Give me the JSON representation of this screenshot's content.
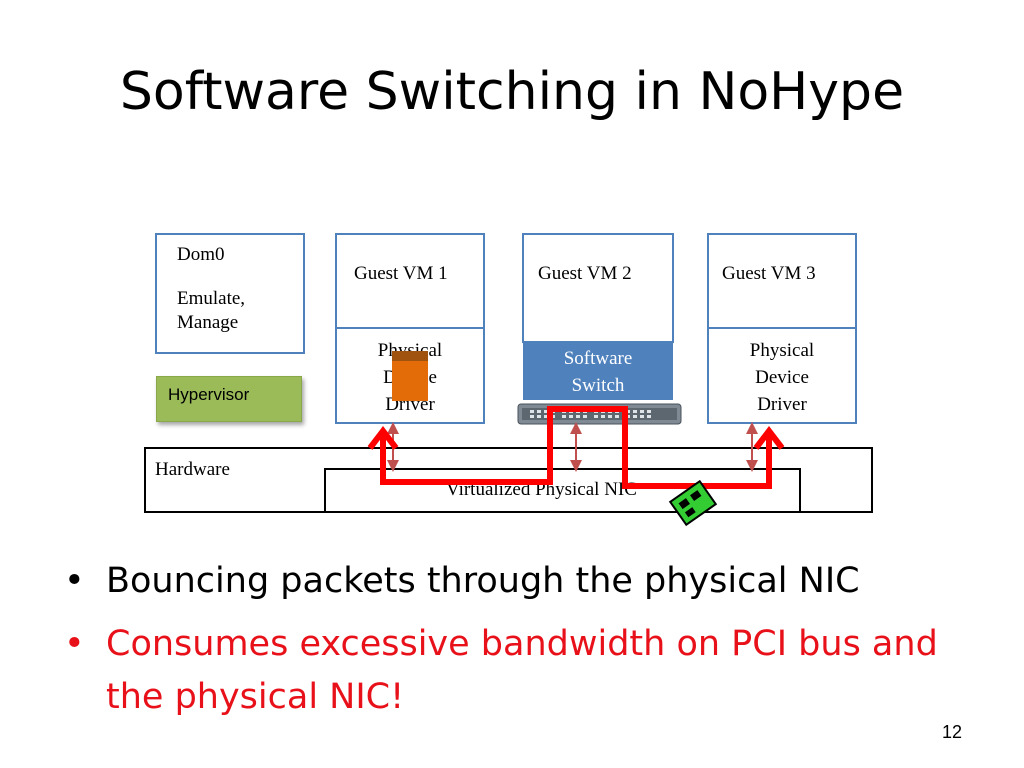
{
  "slide": {
    "title": "Software Switching in NoHype",
    "page_number": "12"
  },
  "diagram": {
    "dom0": {
      "label": "Dom0",
      "role_line1": "Emulate,",
      "role_line2": "Manage"
    },
    "hypervisor": {
      "label": "Hypervisor"
    },
    "guest_vm_1": {
      "label": "Guest VM 1",
      "driver_line1": "Physical",
      "driver_line2": "Device",
      "driver_line3": "Driver"
    },
    "guest_vm_2": {
      "label": "Guest VM 2",
      "switch_line1": "Software",
      "switch_line2": "Switch"
    },
    "guest_vm_3": {
      "label": "Guest VM 3",
      "driver_line1": "Physical",
      "driver_line2": "Device",
      "driver_line3": "Driver"
    },
    "hardware": {
      "label": "Hardware"
    },
    "nic": {
      "label": "Virtualized Physical NIC"
    },
    "colors": {
      "box_border": "#4f81bd",
      "path": "#ff0000",
      "hypervisor": "#9bbb59",
      "packet": "#e36c09",
      "nic_card": "#33cc33"
    }
  },
  "bullets": [
    {
      "text": "Bouncing packets through the physical NIC",
      "color": "#000000"
    },
    {
      "text": "Consumes excessive bandwidth on PCI bus and the physical NIC!",
      "color": "#e8111a"
    }
  ]
}
